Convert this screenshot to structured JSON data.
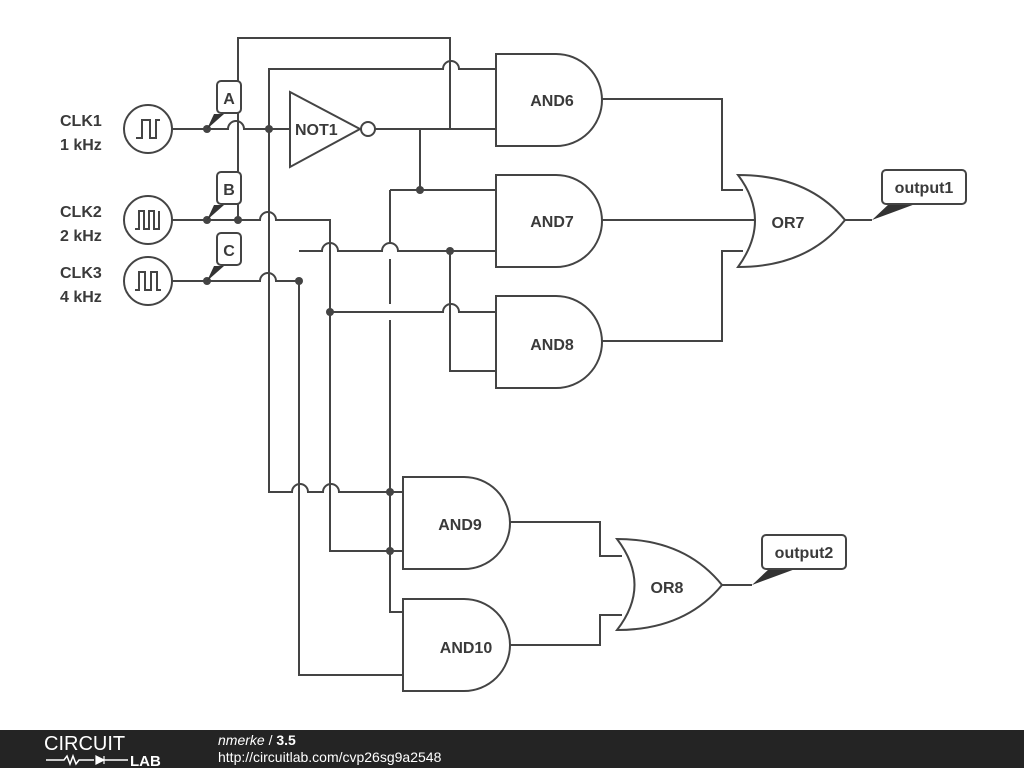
{
  "sources": [
    {
      "name": "CLK1",
      "freq": "1 kHz"
    },
    {
      "name": "CLK2",
      "freq": "2 kHz"
    },
    {
      "name": "CLK3",
      "freq": "4 kHz"
    }
  ],
  "node_labels": [
    "A",
    "B",
    "C"
  ],
  "gates": {
    "not1": "NOT1",
    "and6": "AND6",
    "and7": "AND7",
    "and8": "AND8",
    "and9": "AND9",
    "and10": "AND10",
    "or7": "OR7",
    "or8": "OR8"
  },
  "outputs": [
    "output1",
    "output2"
  ],
  "footer": {
    "logo_top": "CIRCUIT",
    "logo_bottom": "LAB",
    "author": "nmerke",
    "separator": " / ",
    "version": "3.5",
    "url": "http://circuitlab.com/cvp26sg9a2548"
  }
}
